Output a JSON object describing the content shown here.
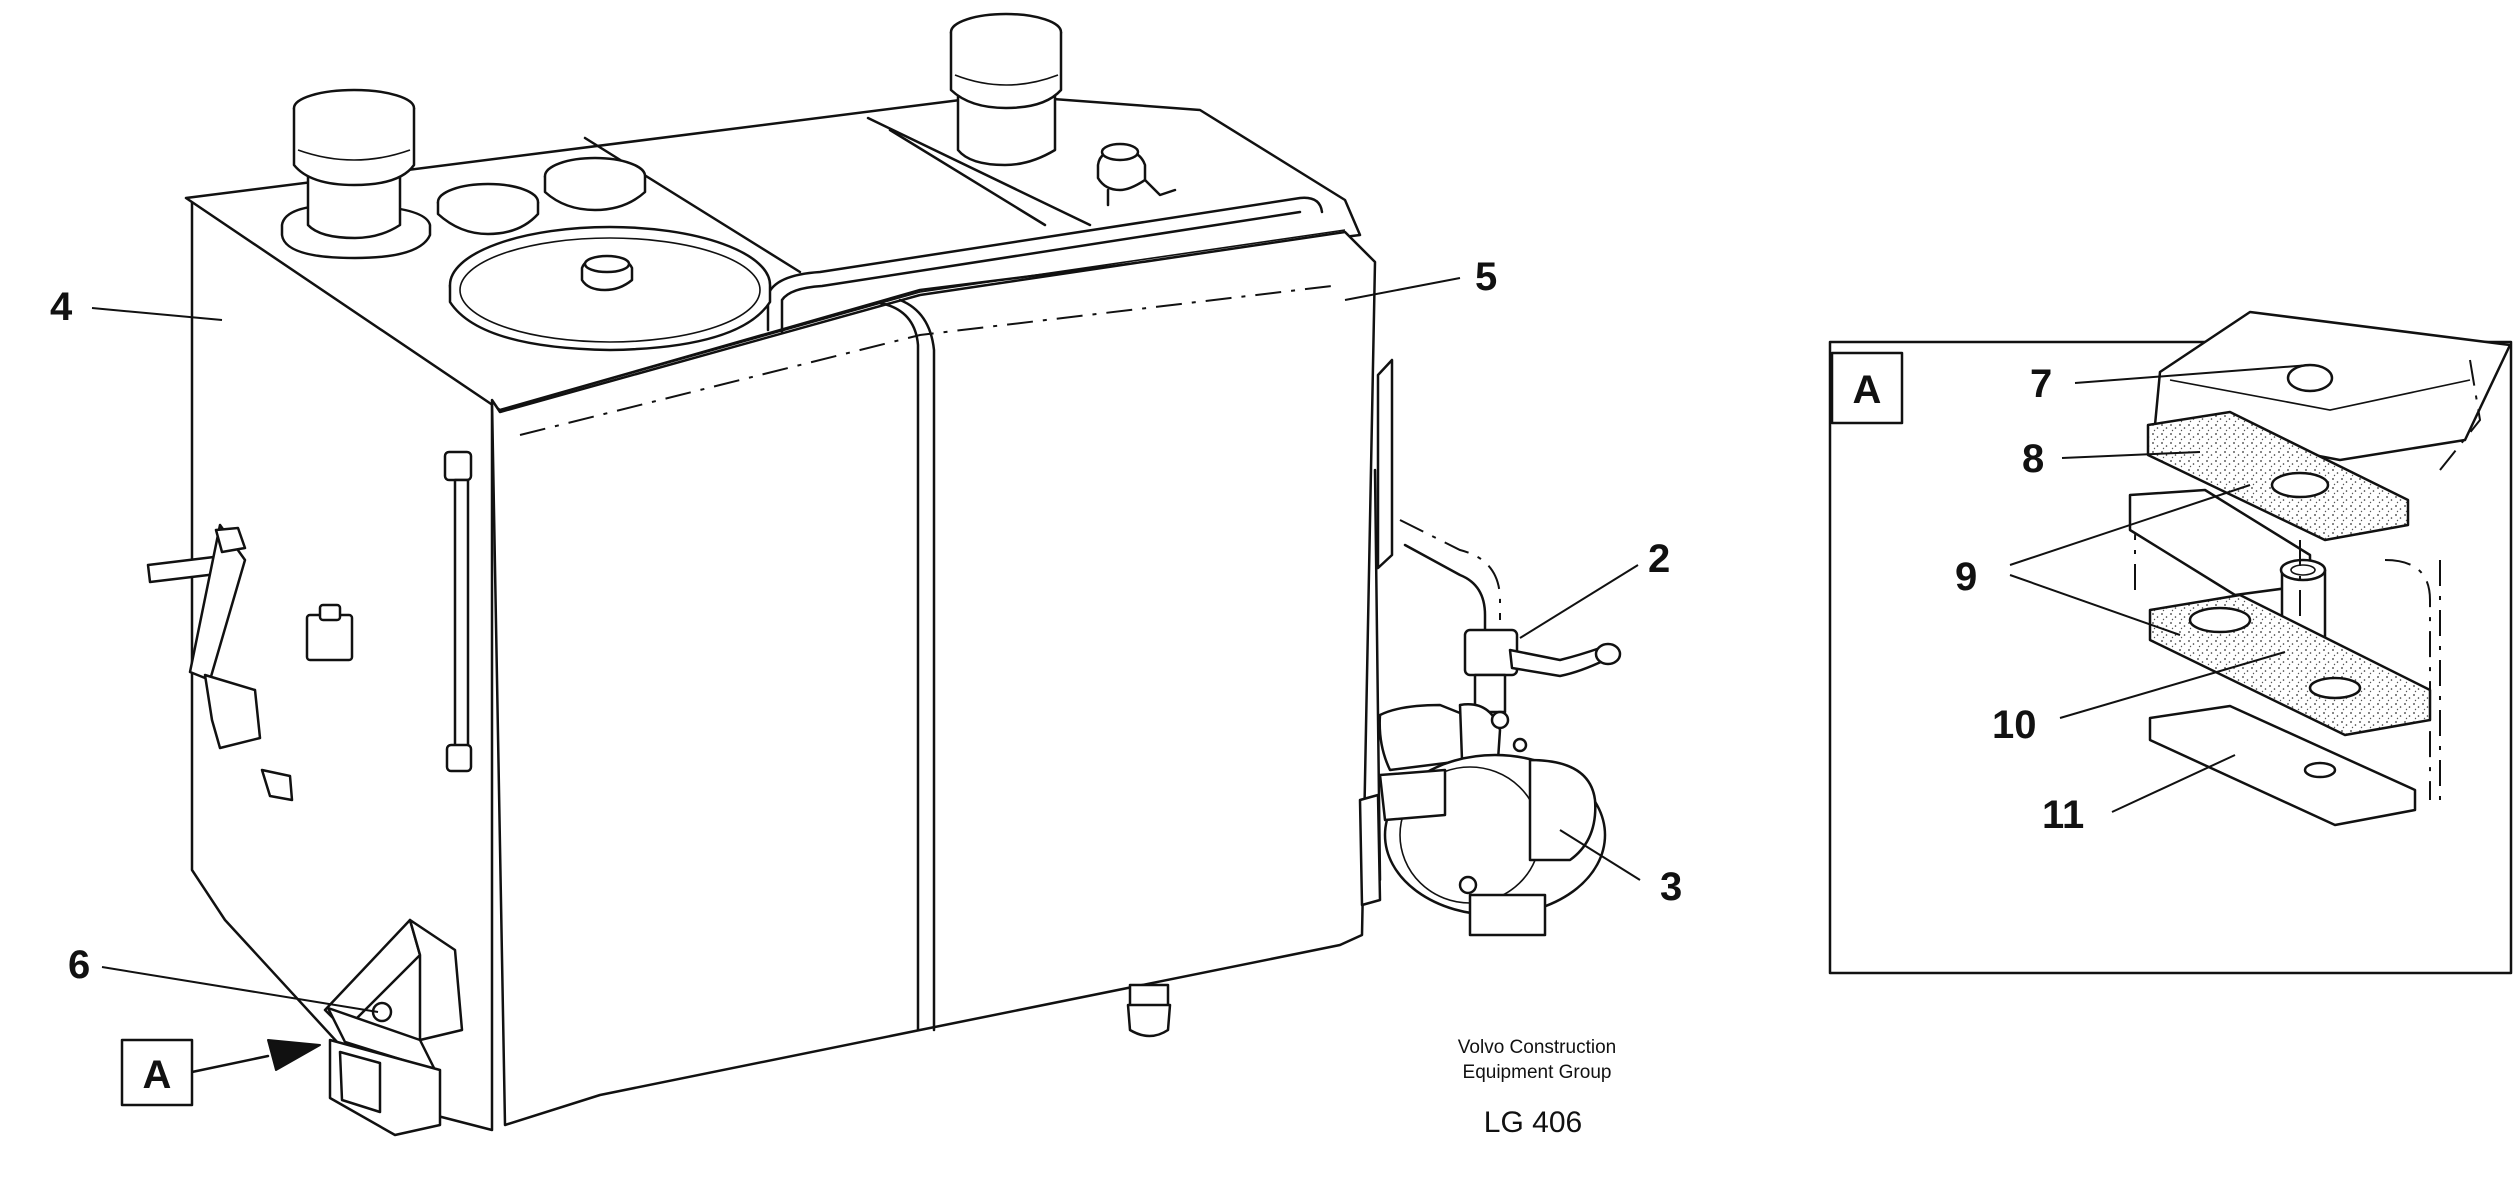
{
  "callouts": {
    "c1": "4",
    "c2": "5",
    "c3": "2",
    "c4": "3",
    "c5": "6",
    "c6": "7",
    "c7": "8",
    "c8": "9",
    "c9": "10",
    "c10": "11"
  },
  "view_marker": {
    "letter": "A"
  },
  "detail": {
    "letter": "A"
  },
  "credit": {
    "line1": "Volvo Construction",
    "line2": "Equipment Group",
    "code": "LG 406"
  }
}
